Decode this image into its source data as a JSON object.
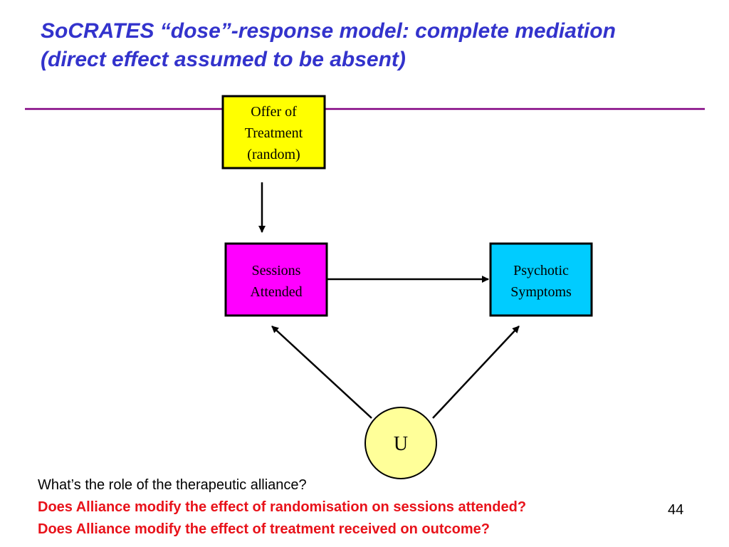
{
  "title": {
    "line1": "SoCRATES “dose”-response model: complete mediation",
    "line2": "(direct effect assumed to be absent)"
  },
  "colors": {
    "title": "#3333cc",
    "rule": "#800080",
    "offer_box": "#ffff00",
    "sessions_box": "#ff00ff",
    "symptoms_box": "#00ccff",
    "u_circle": "#ffff99",
    "question_red": "#e8121a"
  },
  "diagram": {
    "nodes": {
      "offer": {
        "lines": [
          "Offer of",
          "Treatment",
          "(random)"
        ]
      },
      "sessions": {
        "lines": [
          "Sessions",
          "Attended"
        ]
      },
      "symptoms": {
        "lines": [
          "Psychotic",
          "Symptoms"
        ]
      },
      "u": {
        "label": "U"
      }
    },
    "edges": [
      {
        "from": "offer",
        "to": "sessions"
      },
      {
        "from": "sessions",
        "to": "symptoms"
      },
      {
        "from": "u",
        "to": "sessions"
      },
      {
        "from": "u",
        "to": "symptoms"
      }
    ]
  },
  "questions": {
    "intro": "What’s the role of the therapeutic alliance?",
    "q1": "Does Alliance modify the effect of randomisation on sessions attended?",
    "q2": "Does Alliance modify the effect of treatment received on outcome?"
  },
  "page_number": "44"
}
